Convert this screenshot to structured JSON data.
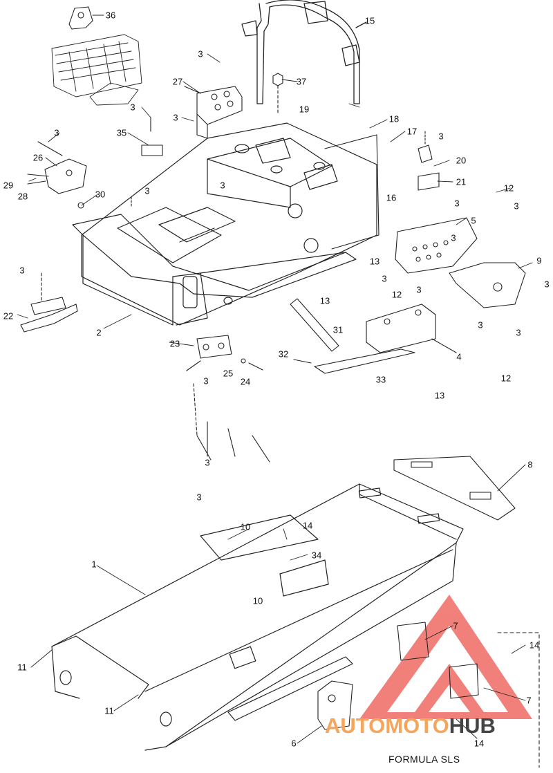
{
  "diagram": {
    "caption": "FORMULA SLS",
    "watermark": {
      "part1": "AUTOMOTO",
      "part2": "HUB",
      "accent_color": "#f6a55a",
      "logo_color": "#e7443d"
    },
    "callouts": [
      {
        "id": "c36",
        "text": "36"
      },
      {
        "id": "c15",
        "text": "15"
      },
      {
        "id": "c3a",
        "text": "3"
      },
      {
        "id": "c37",
        "text": "37"
      },
      {
        "id": "c27",
        "text": "27"
      },
      {
        "id": "c3b",
        "text": "3"
      },
      {
        "id": "c19",
        "text": "19"
      },
      {
        "id": "c3c",
        "text": "3"
      },
      {
        "id": "c18",
        "text": "18"
      },
      {
        "id": "c17",
        "text": "17"
      },
      {
        "id": "c35",
        "text": "35"
      },
      {
        "id": "c3d",
        "text": "3"
      },
      {
        "id": "c3e",
        "text": "3"
      },
      {
        "id": "c26",
        "text": "26"
      },
      {
        "id": "c20",
        "text": "20"
      },
      {
        "id": "c3f",
        "text": "3"
      },
      {
        "id": "c21",
        "text": "21"
      },
      {
        "id": "c29",
        "text": "29"
      },
      {
        "id": "c28",
        "text": "28"
      },
      {
        "id": "c3g",
        "text": "3"
      },
      {
        "id": "c30",
        "text": "30"
      },
      {
        "id": "c12a",
        "text": "12"
      },
      {
        "id": "c3h",
        "text": "3"
      },
      {
        "id": "c16",
        "text": "16"
      },
      {
        "id": "c3i",
        "text": "3"
      },
      {
        "id": "c5",
        "text": "5"
      },
      {
        "id": "c3j",
        "text": "3"
      },
      {
        "id": "c13a",
        "text": "13"
      },
      {
        "id": "c9",
        "text": "9"
      },
      {
        "id": "c3k",
        "text": "3"
      },
      {
        "id": "c3l",
        "text": "3"
      },
      {
        "id": "c12b",
        "text": "12"
      },
      {
        "id": "c3m",
        "text": "3"
      },
      {
        "id": "c22",
        "text": "22"
      },
      {
        "id": "c13b",
        "text": "13"
      },
      {
        "id": "c3n",
        "text": "3"
      },
      {
        "id": "c3o",
        "text": "3"
      },
      {
        "id": "c31",
        "text": "31"
      },
      {
        "id": "c2",
        "text": "2"
      },
      {
        "id": "c3p",
        "text": "3"
      },
      {
        "id": "c23",
        "text": "23"
      },
      {
        "id": "c4",
        "text": "4"
      },
      {
        "id": "c32",
        "text": "32"
      },
      {
        "id": "c25",
        "text": "25"
      },
      {
        "id": "c24",
        "text": "24"
      },
      {
        "id": "c12c",
        "text": "12"
      },
      {
        "id": "c33",
        "text": "33"
      },
      {
        "id": "c3q",
        "text": "3"
      },
      {
        "id": "c13c",
        "text": "13"
      },
      {
        "id": "c3r",
        "text": "3"
      },
      {
        "id": "c8",
        "text": "8"
      },
      {
        "id": "c3s",
        "text": "3"
      },
      {
        "id": "c10a",
        "text": "10"
      },
      {
        "id": "c14a",
        "text": "14"
      },
      {
        "id": "c1",
        "text": "1"
      },
      {
        "id": "c34",
        "text": "34"
      },
      {
        "id": "c10b",
        "text": "10"
      },
      {
        "id": "c7a",
        "text": "7"
      },
      {
        "id": "c14b",
        "text": "14"
      },
      {
        "id": "c11a",
        "text": "11"
      },
      {
        "id": "c11b",
        "text": "11"
      },
      {
        "id": "c7b",
        "text": "7"
      },
      {
        "id": "c6",
        "text": "6"
      },
      {
        "id": "c14c",
        "text": "14"
      }
    ]
  }
}
